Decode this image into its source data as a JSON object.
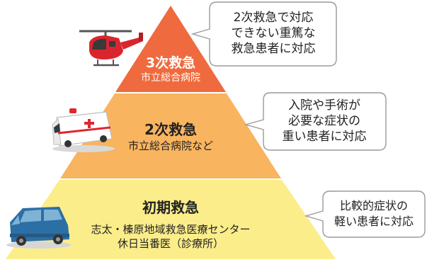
{
  "tiers": [
    {
      "title": "3次救急",
      "subtitle": "市立総合病院",
      "color": "#ef6a3e",
      "callout": [
        "2次救急で対応",
        "できない重篤な",
        "救急患者に対応"
      ],
      "vehicle": "helicopter-icon"
    },
    {
      "title": "2次救急",
      "subtitle": "市立総合病院など",
      "color": "#f9b45f",
      "callout": [
        "入院や手術が",
        "必要な症状の",
        "重い患者に対応"
      ],
      "vehicle": "ambulance-icon"
    },
    {
      "title": "初期救急",
      "subtitle": "志太・榛原地域救急医療センター",
      "subtitle2": "休日当番医（診療所）",
      "color": "#fbed8a",
      "callout": [
        "比較的症状の",
        "軽い患者に対応"
      ],
      "vehicle": "car-icon"
    }
  ],
  "colors": {
    "callout_border": "#9a9a9a",
    "text": "#222222",
    "tier3_title_text": "#ffffff"
  }
}
